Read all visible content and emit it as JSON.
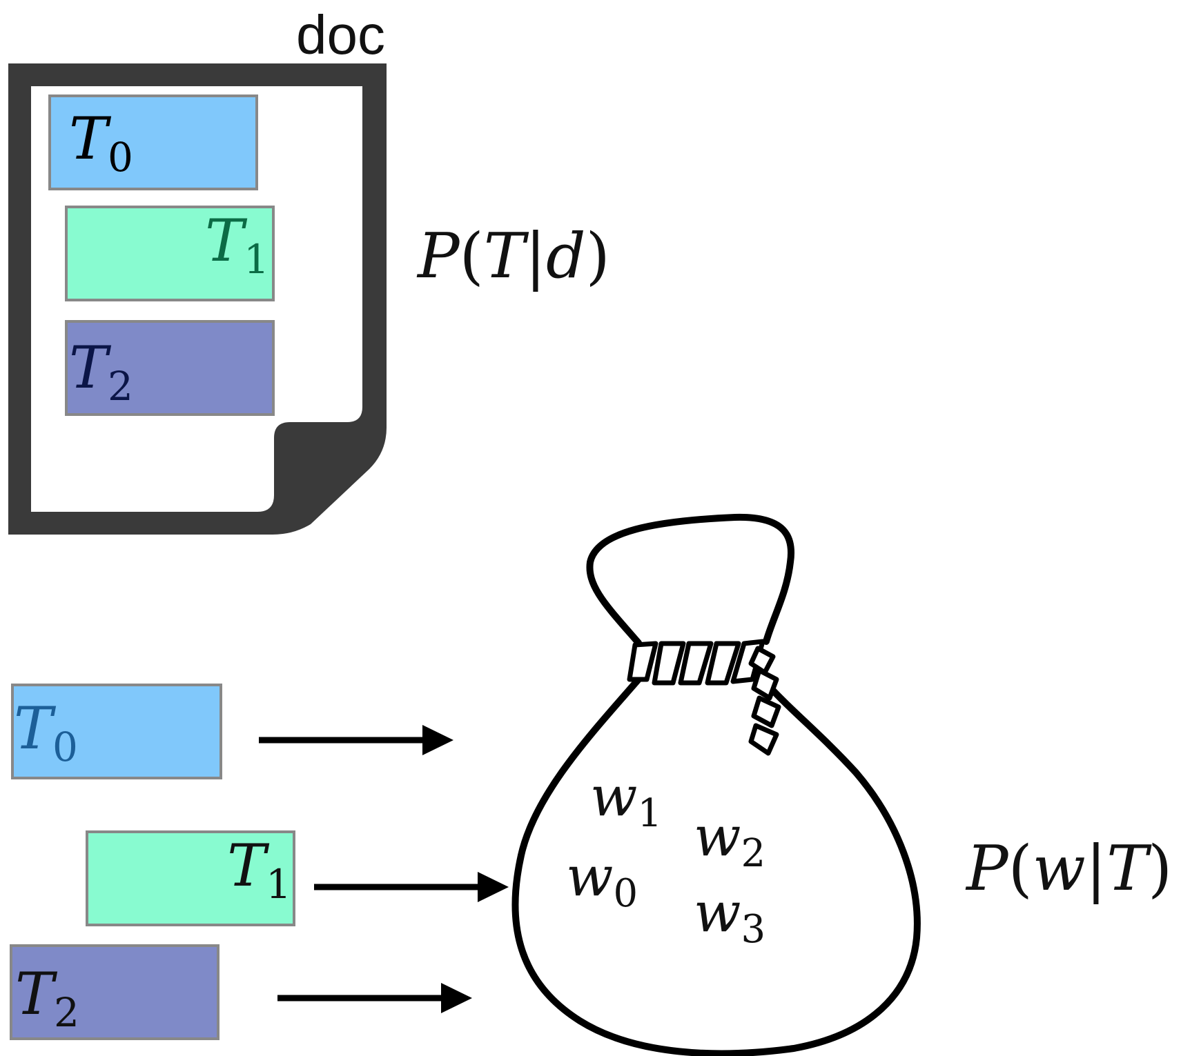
{
  "document": {
    "title": "doc",
    "topics": [
      {
        "var": "T",
        "sub": "0",
        "color": "#80c8fb",
        "text_color": "#111111"
      },
      {
        "var": "T",
        "sub": "1",
        "color": "#88fbd0",
        "text_color": "#0b6b45"
      },
      {
        "var": "T",
        "sub": "2",
        "color": "#7f8ac8",
        "text_color": "#0b1547"
      }
    ],
    "formula": {
      "func": "P",
      "open": "(",
      "a": "T",
      "bar": "|",
      "b": "d",
      "close": ")"
    }
  },
  "topic_boxes": [
    {
      "var": "T",
      "sub": "0",
      "color": "#80c8fb",
      "text_color": "#1c5f98"
    },
    {
      "var": "T",
      "sub": "1",
      "color": "#88fbd0",
      "text_color": "#111111"
    },
    {
      "var": "T",
      "sub": "2",
      "color": "#7f8ac8",
      "text_color": "#111111"
    }
  ],
  "bag": {
    "words": [
      {
        "var": "w",
        "sub": "1"
      },
      {
        "var": "w",
        "sub": "2"
      },
      {
        "var": "w",
        "sub": "0"
      },
      {
        "var": "w",
        "sub": "3"
      }
    ],
    "formula": {
      "func": "P",
      "open": "(",
      "a": "w",
      "bar": "|",
      "b": "T",
      "close": ")"
    }
  },
  "colors": {
    "doc_frame": "#3a3a3a",
    "box_border": "#888888",
    "ink": "#000000"
  }
}
